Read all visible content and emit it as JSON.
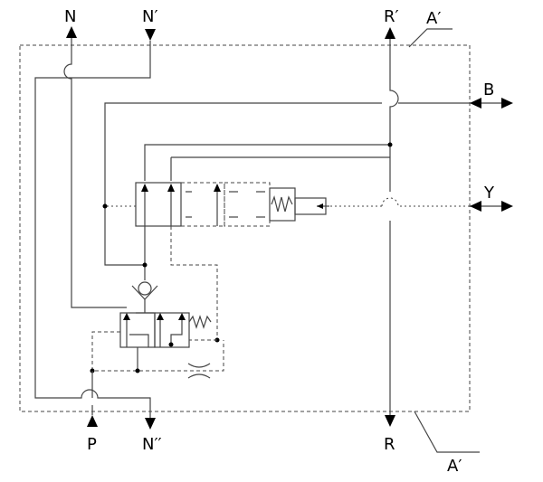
{
  "ports": {
    "n": "N",
    "n_prime": "N′",
    "r_prime": "R′",
    "a_prime_top": "A′",
    "b": "B",
    "y": "Y",
    "p": "P",
    "n_double_prime": "N′′",
    "r": "R",
    "a_prime_bottom": "A′"
  }
}
